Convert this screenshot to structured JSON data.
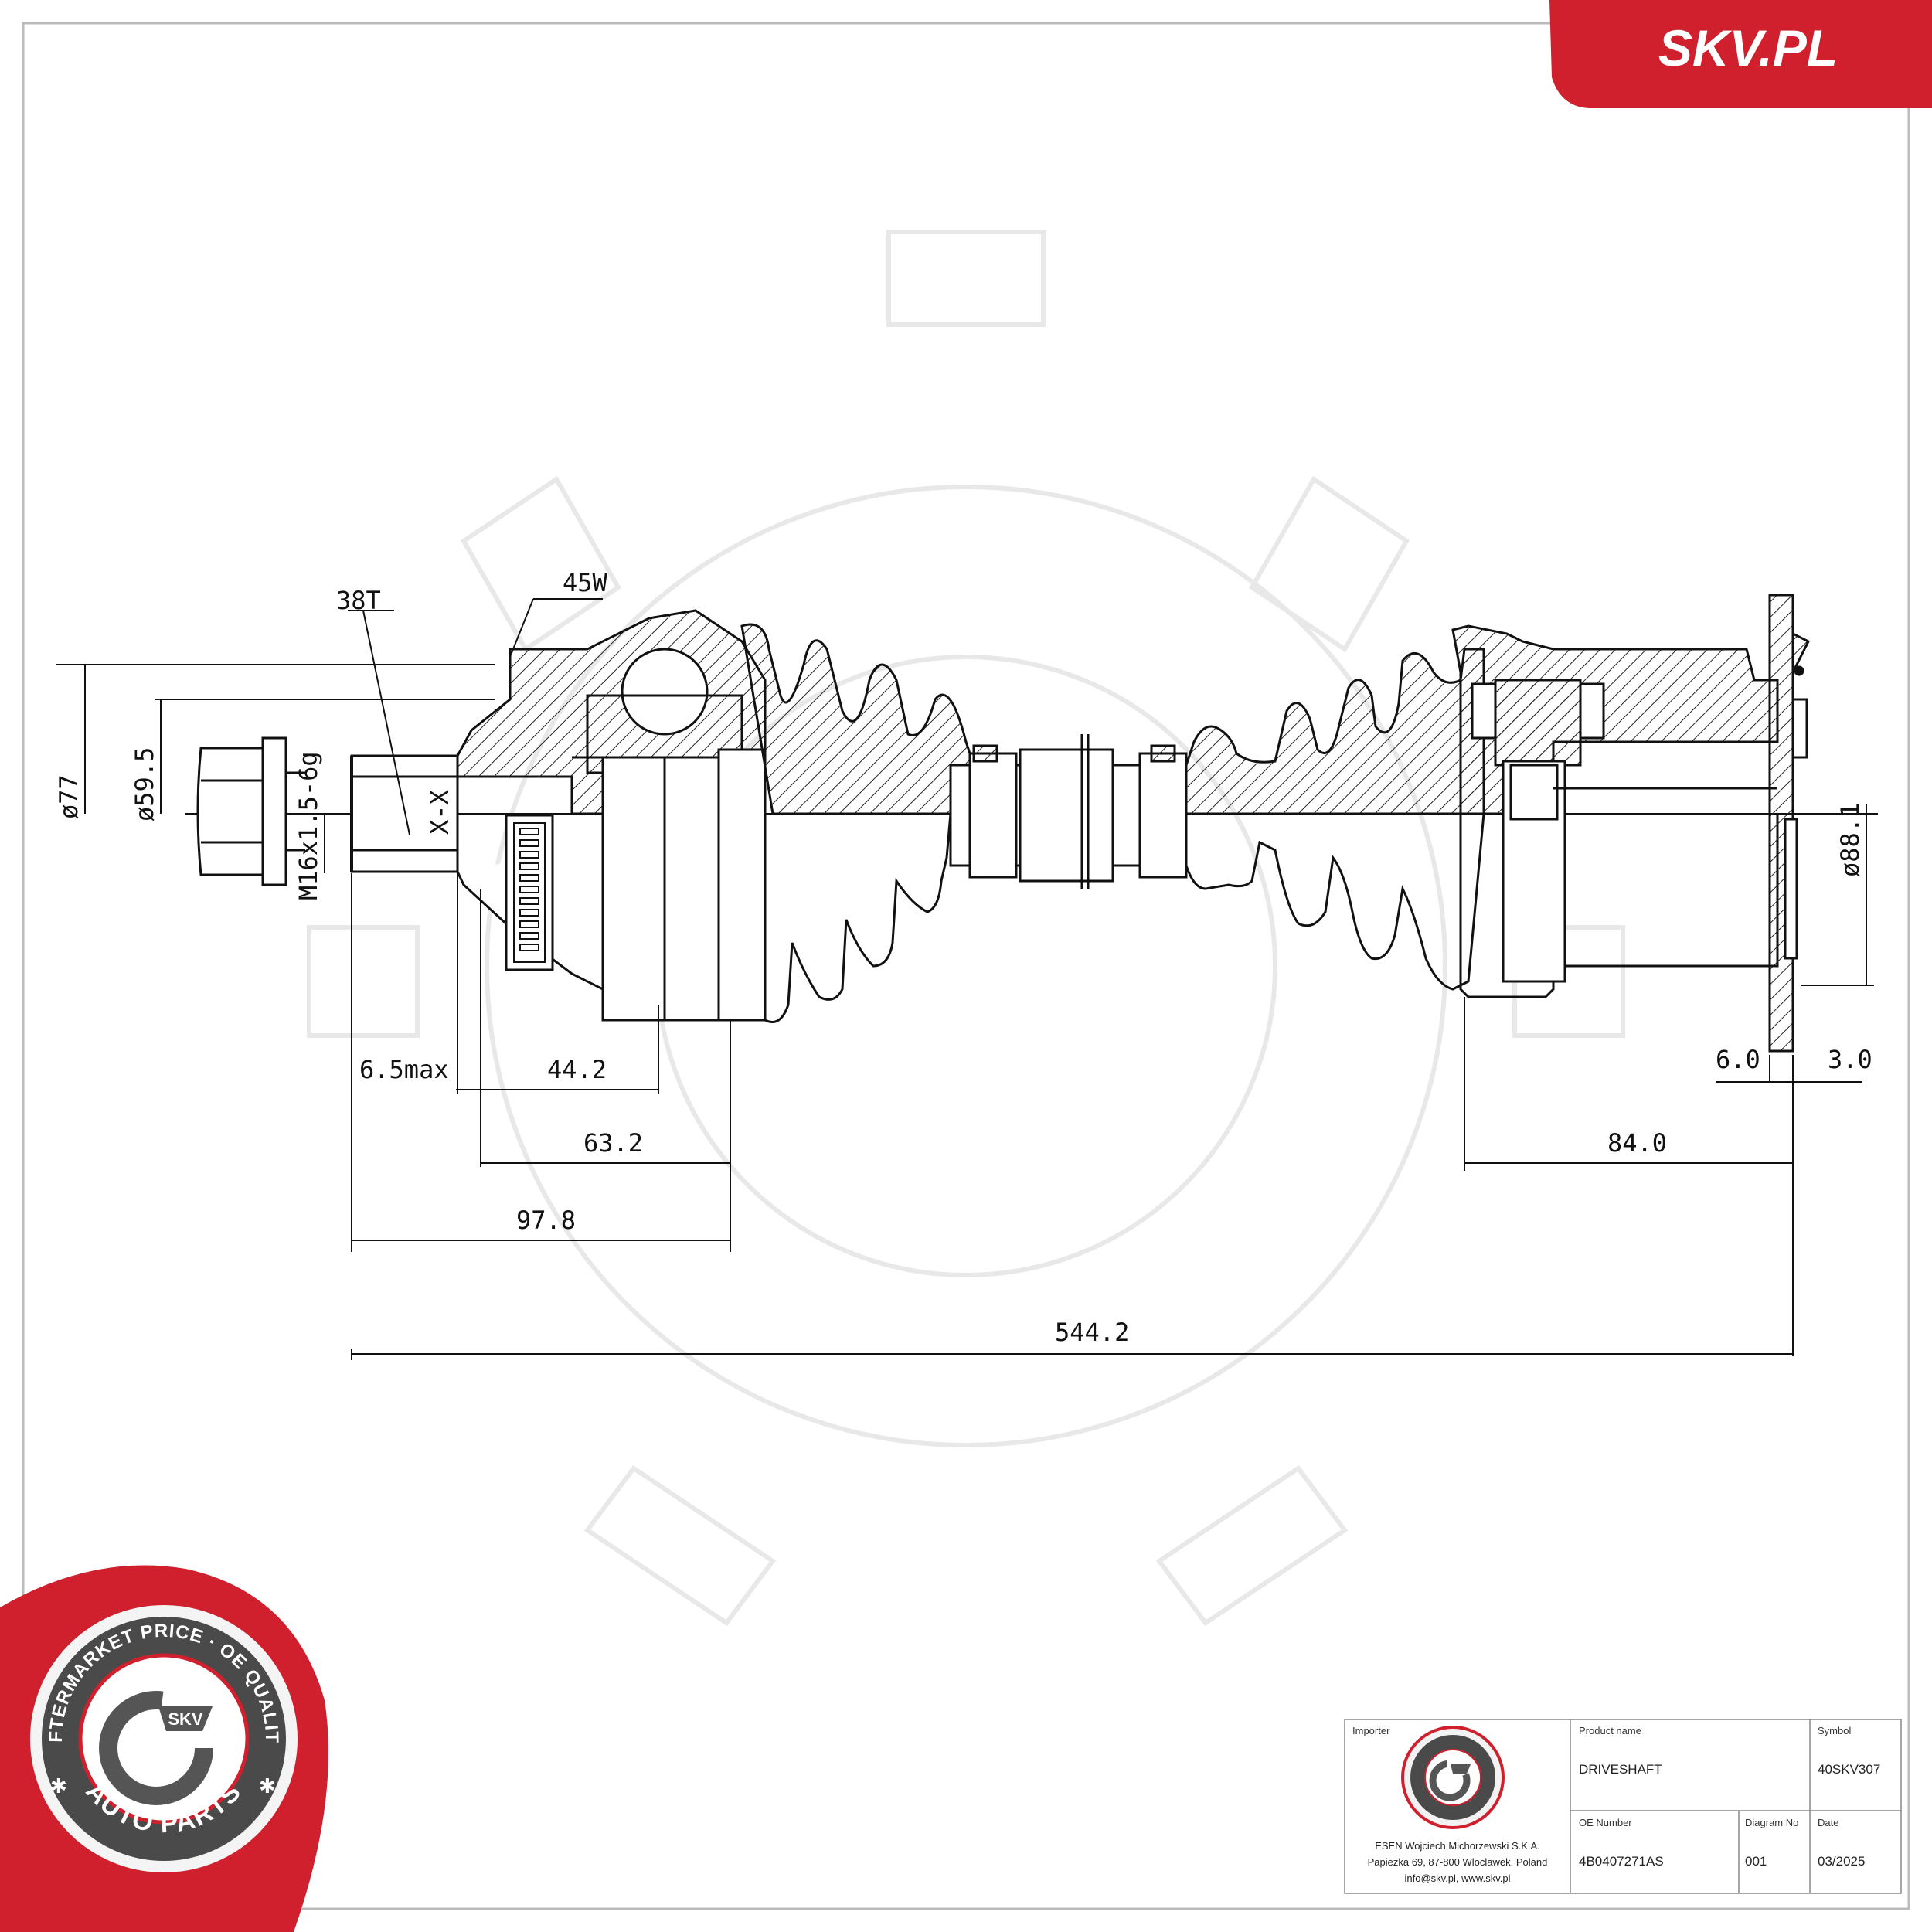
{
  "brand": {
    "site_label": "SKV.PL",
    "accent_color": "#d0202e"
  },
  "seal": {
    "ring_text_top": "AFTERMARKET PRICE · OE QUALITY",
    "center_label": "SKV",
    "ring_text_bottom": "AUTO PARTS"
  },
  "dimensions": {
    "spline_count": "38T",
    "abs_ring": "45W",
    "dia_outer": "ø77",
    "dia_inner": "ø59.5",
    "thread": "M16x1.5-6g",
    "section_mark": "X-X",
    "dia_flange": "ø88.1",
    "d_6_5max": "6.5max",
    "d_44_2": "44.2",
    "d_63_2": "63.2",
    "d_97_8": "97.8",
    "d_6_0": "6.0",
    "d_3_0": "3.0",
    "d_84_0": "84.0",
    "d_total": "544.2"
  },
  "title_block": {
    "importer_label": "Importer",
    "importer_line1": "ESEN Wojciech Michorzewski S.K.A.",
    "importer_line2": "Papiezka 69, 87-800 Wloclawek,  Poland",
    "importer_line3": "info@skv.pl, www.skv.pl",
    "product_name_label": "Product name",
    "product_name": "DRIVESHAFT",
    "symbol_label": "Symbol",
    "symbol": "40SKV307",
    "oe_label": "OE Number",
    "oe_number": "4B0407271AS",
    "diagram_label": "Diagram No",
    "diagram_no": "001",
    "date_label": "Date",
    "date": "03/2025"
  }
}
